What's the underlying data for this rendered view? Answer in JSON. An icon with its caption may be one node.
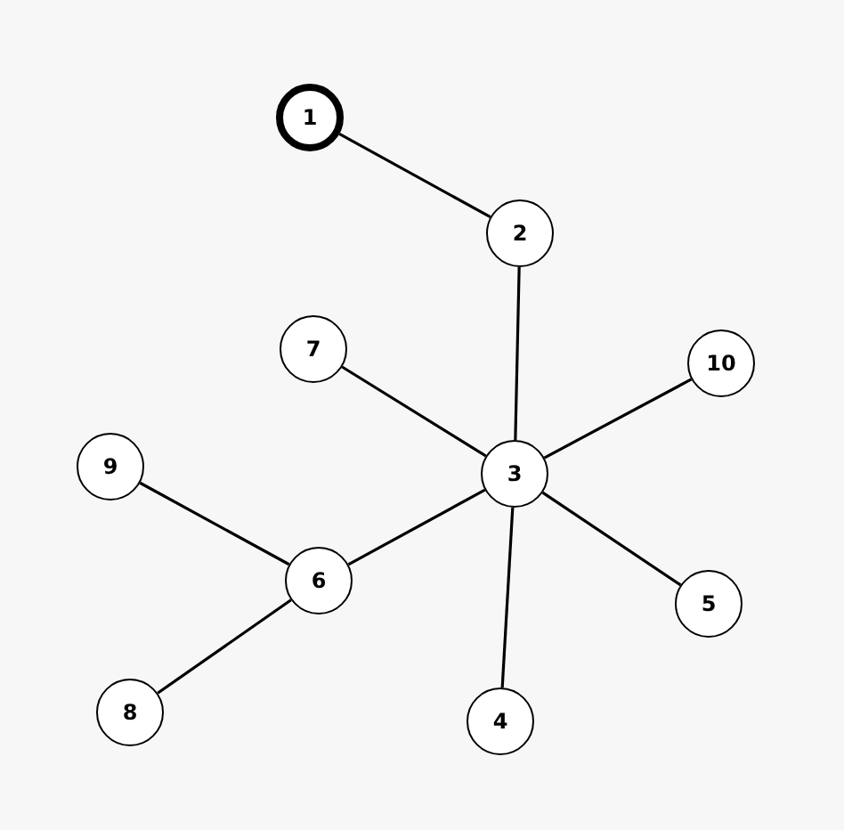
{
  "diagram": {
    "nodes": [
      {
        "text": [
          "1"
        ]
      },
      {
        "text": [
          "2"
        ]
      },
      {
        "text": [
          "7"
        ]
      },
      {
        "text": [
          "10"
        ]
      },
      {
        "text": [
          "9"
        ]
      },
      {
        "text": [
          "3"
        ]
      },
      {
        "text": [
          "6"
        ]
      },
      {
        "text": [
          "5"
        ]
      },
      {
        "text": [
          "8"
        ]
      },
      {
        "text": [
          "4"
        ]
      }
    ],
    "edges": [
      {
        "from": 0,
        "to": 1,
        "arrow": "none"
      },
      {
        "from": 1,
        "to": 5,
        "arrow": "none"
      },
      {
        "from": 2,
        "to": 5,
        "arrow": "none"
      },
      {
        "from": 3,
        "to": 5,
        "arrow": "none"
      },
      {
        "from": 5,
        "to": 6,
        "arrow": "none"
      },
      {
        "from": 5,
        "to": 7,
        "arrow": "none"
      },
      {
        "from": 5,
        "to": 9,
        "arrow": "none"
      },
      {
        "from": 4,
        "to": 6,
        "arrow": "none"
      },
      {
        "from": 6,
        "to": 8,
        "arrow": "none"
      }
    ]
  }
}
